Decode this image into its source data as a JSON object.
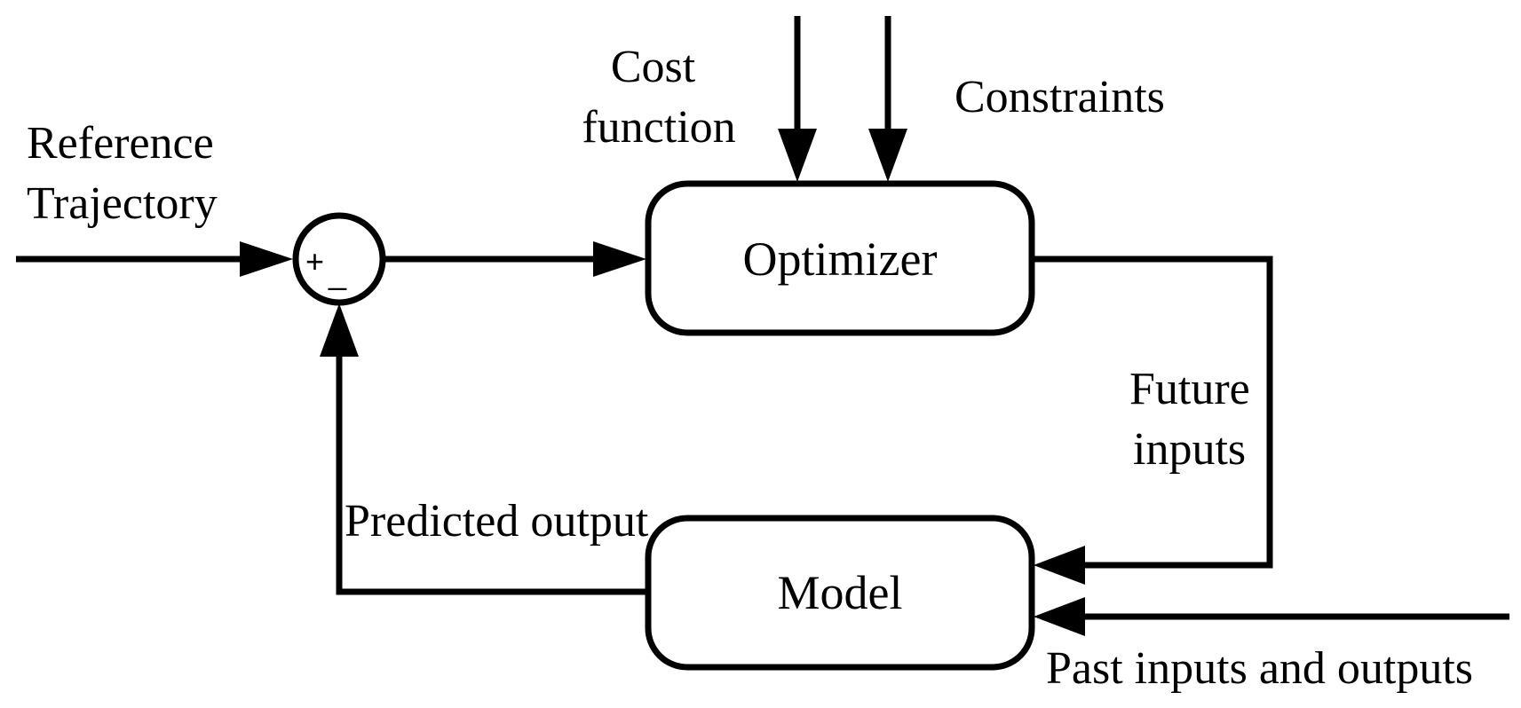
{
  "diagram": {
    "blocks": {
      "optimizer": "Optimizer",
      "model": "Model"
    },
    "summing_junction": {
      "plus": "+",
      "minus": "_"
    },
    "labels": {
      "reference": [
        "Reference",
        "Trajectory"
      ],
      "cost_function": [
        "Cost",
        "function"
      ],
      "constraints": "Constraints",
      "future_inputs": [
        "Future",
        "inputs"
      ],
      "predicted_output": "Predicted output",
      "past_inputs_outputs": "Past inputs and outputs"
    }
  }
}
